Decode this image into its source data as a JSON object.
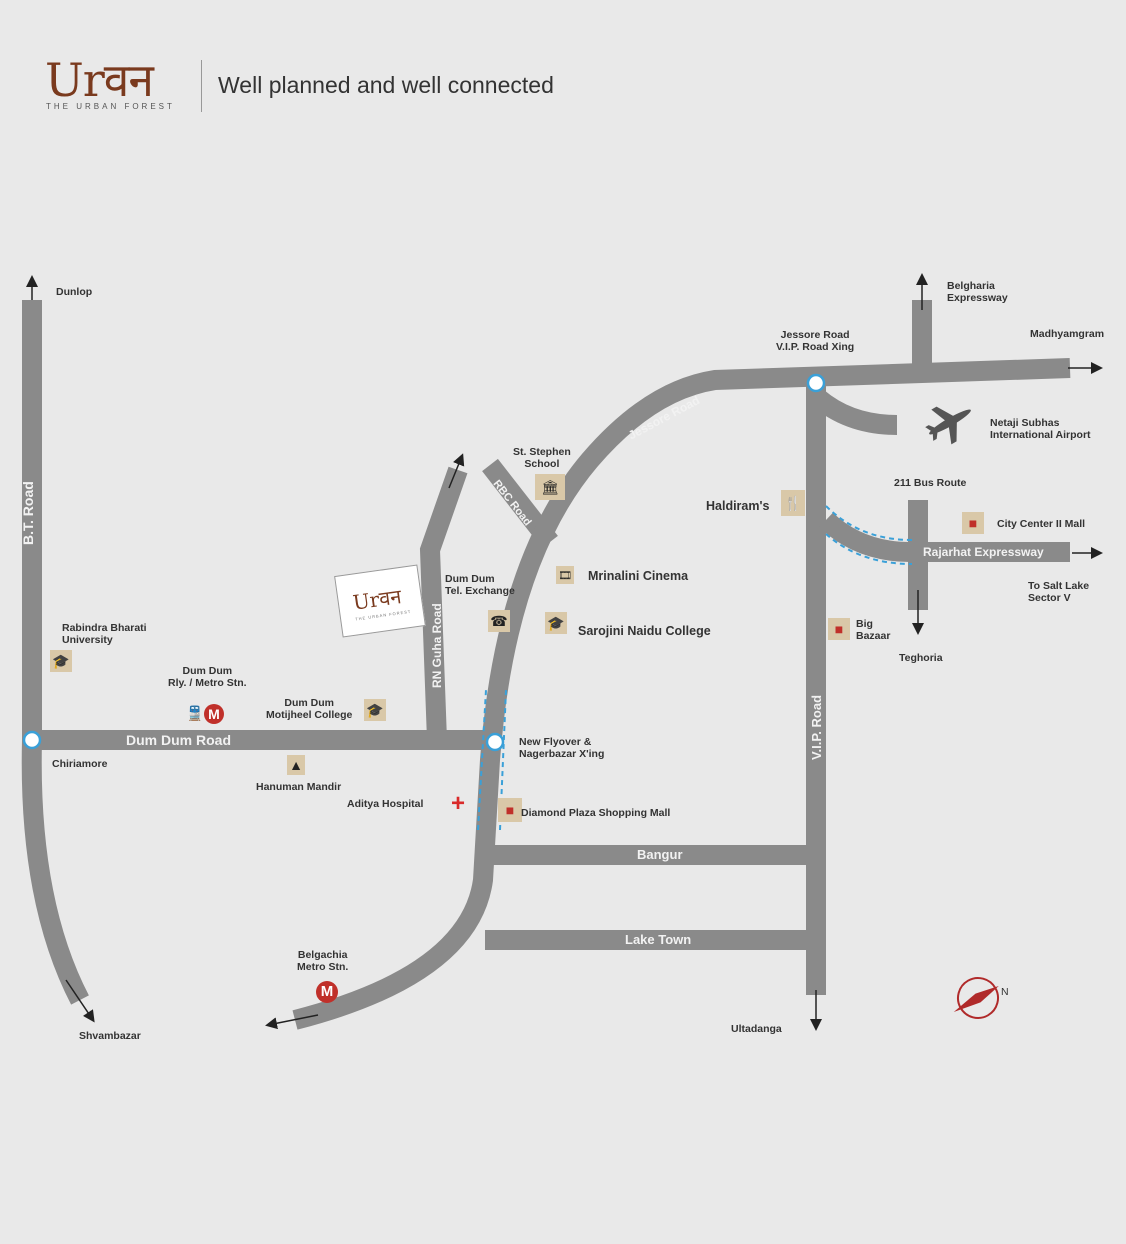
{
  "header": {
    "logo_text": "Urवन",
    "logo_subtitle": "THE URBAN FOREST",
    "tagline": "Well planned and well connected"
  },
  "roads": {
    "bt": "B.T. Road",
    "dumdum": "Dum Dum Road",
    "rnguha": "RN Guha Road",
    "rbc": "RBC Road",
    "jessore": "Jessore Road",
    "vip": "V.I.P. Road",
    "rajarhat": "Rajarhat Expressway",
    "bangur": "Bangur",
    "laketown": "Lake Town"
  },
  "places": {
    "dunlop": "Dunlop",
    "belgharia": [
      "Belgharia",
      "Expressway"
    ],
    "madhyamgram": "Madhyamgram",
    "jessore_xing": [
      "Jessore Road",
      "V.I.P. Road Xing"
    ],
    "airport": [
      "Netaji Subhas",
      "International Airport"
    ],
    "bus211": "211 Bus Route",
    "haldirams": "Haldiram's",
    "citycenter": "City Center II Mall",
    "saltlake": [
      "To Salt Lake",
      "Sector V"
    ],
    "bigbazaar": [
      "Big",
      "Bazaar"
    ],
    "teghoria": "Teghoria",
    "ststephen": [
      "St. Stephen",
      "School"
    ],
    "mrinalini": "Mrinalini Cinema",
    "telexchange": [
      "Dum Dum",
      "Tel. Exchange"
    ],
    "sarojini": "Sarojini Naidu College",
    "rabindra": [
      "Rabindra Bharati",
      "University"
    ],
    "dumdumstn": [
      "Dum Dum",
      "Rly. / Metro Stn."
    ],
    "motijheel": [
      "Dum Dum",
      "Motijheel College"
    ],
    "chiriamore": "Chiriamore",
    "hanuman": "Hanuman Mandir",
    "flyover": [
      "New Flyover &",
      "Nagerbazar X'ing"
    ],
    "aditya": "Aditya Hospital",
    "diamond": "Diamond Plaza Shopping Mall",
    "belgachia": [
      "Belgachia",
      "Metro Stn."
    ],
    "shyambazar": "Shvambazar",
    "ultadanga": "Ultadanga",
    "north": "N",
    "metro": "M"
  },
  "colors": {
    "road": "#8a8a8a",
    "flyover": "#3aa0d8",
    "brand": "#7a3a1e",
    "accent": "#c0302a"
  }
}
